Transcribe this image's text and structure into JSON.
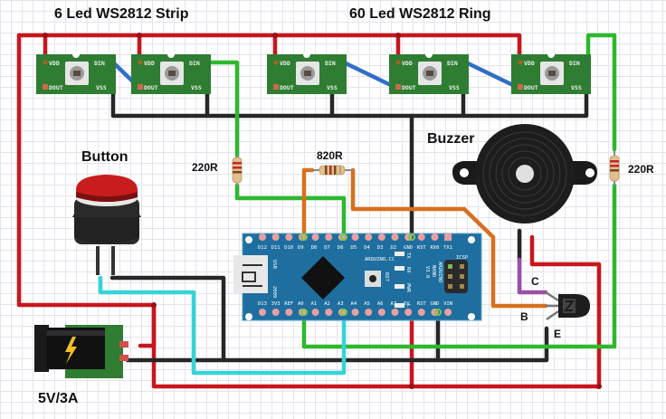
{
  "labels": {
    "strip_title": "6 Led WS2812 Strip",
    "ring_title": "60 Led WS2812 Ring",
    "button": "Button",
    "buzzer": "Buzzer",
    "resistor_strip": "220R",
    "resistor_ring": "220R",
    "resistor_base": "820R",
    "power": "5V/3A",
    "transistor_c": "C",
    "transistor_b": "B",
    "transistor_e": "E"
  },
  "led_module": {
    "vdd": "VDD",
    "din": "DIN",
    "dout": "DOUT",
    "vss": "VSS"
  },
  "leds": [
    {
      "group": "strip",
      "index": 1
    },
    {
      "group": "strip",
      "index": 2
    },
    {
      "group": "ring",
      "index": 1
    },
    {
      "group": "ring",
      "index": 2
    },
    {
      "group": "ring",
      "index": 3
    }
  ],
  "arduino": {
    "brand": "ARDUINO.CC",
    "model_line1": "ARDUINO",
    "model_line2": "NANO",
    "model_line3": "V3.0",
    "usb": "USB",
    "year": "2009",
    "icsp": "ICSP",
    "rst_button": "RST",
    "leds": [
      "TX",
      "RX",
      "PWR",
      "L"
    ],
    "top_pins": [
      "D12",
      "D11",
      "D10",
      "D9",
      "D8",
      "D7",
      "D6",
      "D5",
      "D4",
      "D3",
      "D2",
      "GND",
      "RST",
      "RX0",
      "TX1"
    ],
    "bottom_pins": [
      "D13",
      "3V3",
      "REF",
      "A0",
      "A1",
      "A2",
      "A3",
      "A4",
      "A5",
      "A6",
      "A7",
      "5V",
      "RST",
      "GND",
      "VIN"
    ]
  },
  "colors": {
    "power_wire": "#c8161d",
    "ground_wire": "#262626",
    "data_wire": "#2db82d",
    "chain_wire": "#2f6fc7",
    "orange_wire": "#d8701e",
    "cyan_wire": "#35d4d8",
    "purple_wire": "#9b4fa8",
    "pcb_green": "#2e7d32",
    "arduino_blue": "#1e6f9f"
  }
}
